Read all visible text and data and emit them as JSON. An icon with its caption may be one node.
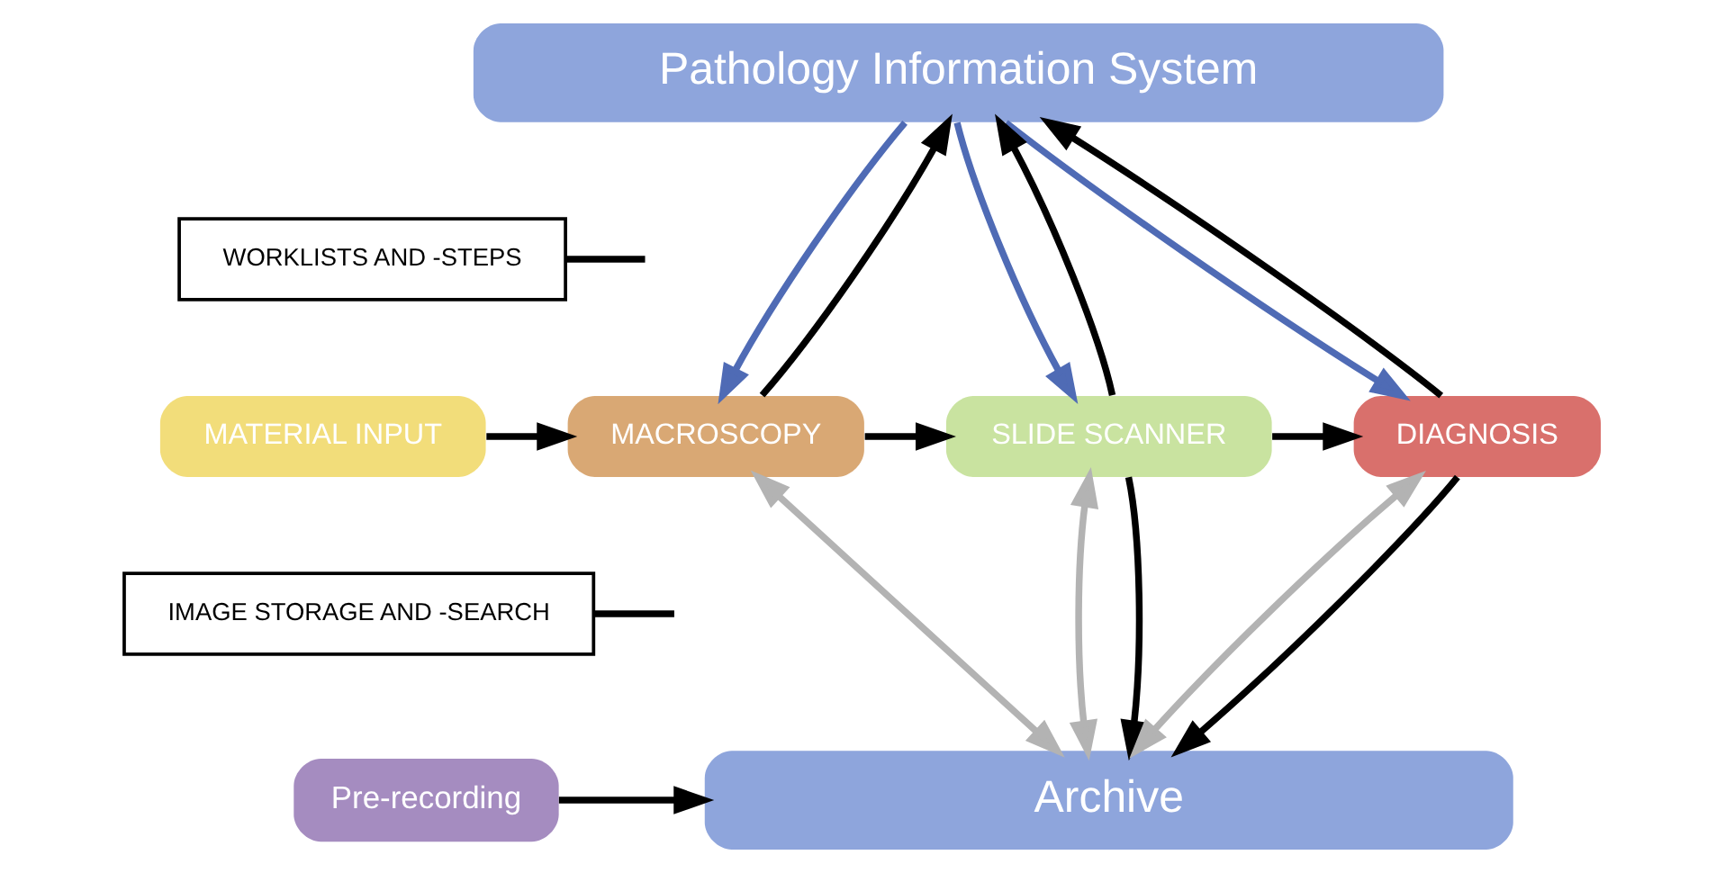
{
  "diagram": {
    "nodes": [
      {
        "text": [
          "Pathology Information System"
        ]
      },
      {
        "text": [
          "WORKLISTS AND -STEPS"
        ]
      },
      {
        "text": [
          "MATERIAL INPUT"
        ]
      },
      {
        "text": [
          "MACROSCOPY"
        ]
      },
      {
        "text": [
          "SLIDE SCANNER"
        ]
      },
      {
        "text": [
          "DIAGNOSIS"
        ]
      },
      {
        "text": [
          "IMAGE STORAGE AND -SEARCH"
        ]
      },
      {
        "text": [
          "Pre-recording"
        ]
      },
      {
        "text": [
          "Archive"
        ]
      }
    ],
    "edges": [
      {
        "from": 1,
        "to": null,
        "arrow": "none"
      },
      {
        "from": 2,
        "to": 3,
        "arrow": "to"
      },
      {
        "from": 3,
        "to": 4,
        "arrow": "to"
      },
      {
        "from": 4,
        "to": 5,
        "arrow": "to"
      },
      {
        "from": 3,
        "to": 0,
        "arrow": "to"
      },
      {
        "from": 0,
        "to": 3,
        "arrow": "to",
        "color": "#4f6bb5"
      },
      {
        "from": 4,
        "to": 0,
        "arrow": "to"
      },
      {
        "from": 0,
        "to": 4,
        "arrow": "to",
        "color": "#4f6bb5"
      },
      {
        "from": 5,
        "to": 0,
        "arrow": "to"
      },
      {
        "from": 0,
        "to": 5,
        "arrow": "to",
        "color": "#4f6bb5"
      },
      {
        "from": 6,
        "to": null,
        "arrow": "none"
      },
      {
        "from": 3,
        "to": 8,
        "arrow": "both",
        "color": "#b3b3b3"
      },
      {
        "from": 4,
        "to": 8,
        "arrow": "both",
        "color": "#b3b3b3"
      },
      {
        "from": 4,
        "to": 8,
        "arrow": "to"
      },
      {
        "from": 5,
        "to": 8,
        "arrow": "both",
        "color": "#b3b3b3"
      },
      {
        "from": 5,
        "to": 8,
        "arrow": "to"
      },
      {
        "from": 7,
        "to": 8,
        "arrow": "to"
      }
    ]
  }
}
